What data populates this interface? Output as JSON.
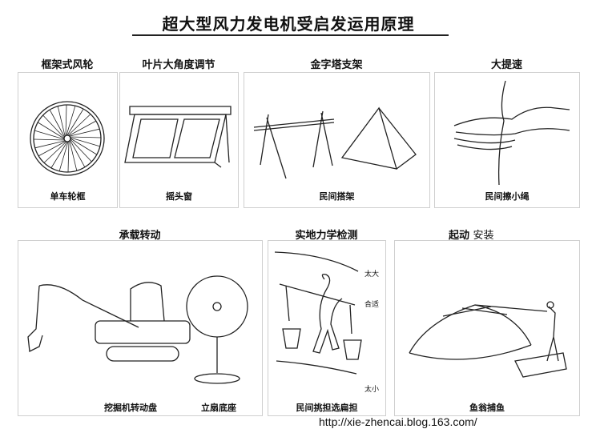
{
  "title": "超大型风力发电机受启发运用原理",
  "panels": [
    {
      "heading": "框架式风轮",
      "caption": "单车轮框"
    },
    {
      "heading": "叶片大角度调节",
      "caption": "摇头窗"
    },
    {
      "heading": "金字塔支架",
      "caption": "民间搭架"
    },
    {
      "heading": "大提速",
      "caption": "民间擦小绳"
    },
    {
      "heading": "承载转动",
      "captions": [
        "挖掘机转动盘",
        "立扇底座"
      ]
    },
    {
      "heading": "实地力学检测",
      "caption": "民间挑担选扁担",
      "labels": [
        "太大",
        "合适",
        "太小"
      ]
    },
    {
      "heading": "起动",
      "heading_extra": "安装",
      "caption": "鱼翁捕鱼"
    }
  ],
  "url": "http://xie-zhencai.blog.163.com/"
}
